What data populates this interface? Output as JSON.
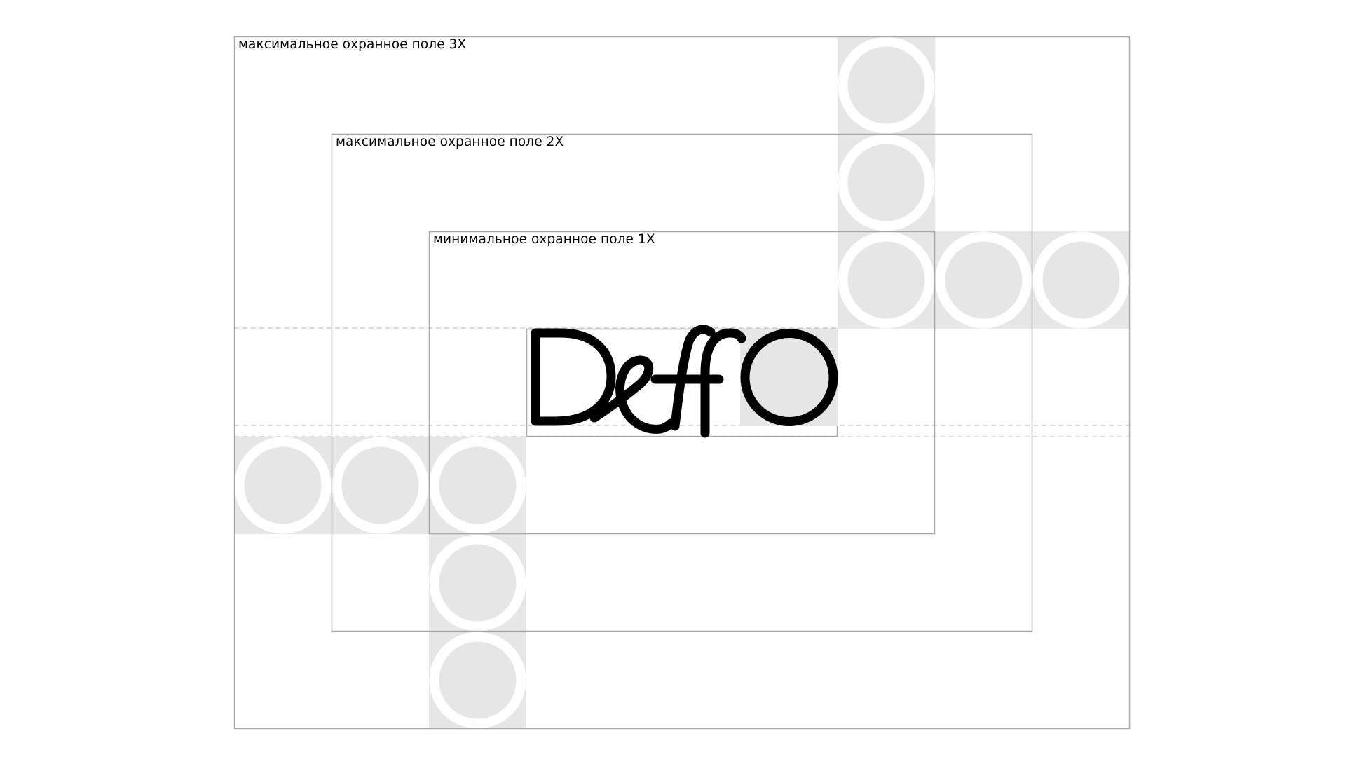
{
  "colors": {
    "background": "#ffffff",
    "frame_stroke": "#a8a8a8",
    "guide_dash": "#c8c8c8",
    "module_fill": "#e6e6e6",
    "module_ring": "#ffffff",
    "logo": "#000000"
  },
  "zones": {
    "max_3x": {
      "label": "максимальное охранное поле 3X"
    },
    "max_2x": {
      "label": "максимальное охранное поле 2X"
    },
    "min_1x": {
      "label": "минимальное охранное поле 1X"
    }
  },
  "logo": {
    "text": "DeffO",
    "icon": "deffo-wordmark"
  },
  "module_icon": "circle-module-icon"
}
